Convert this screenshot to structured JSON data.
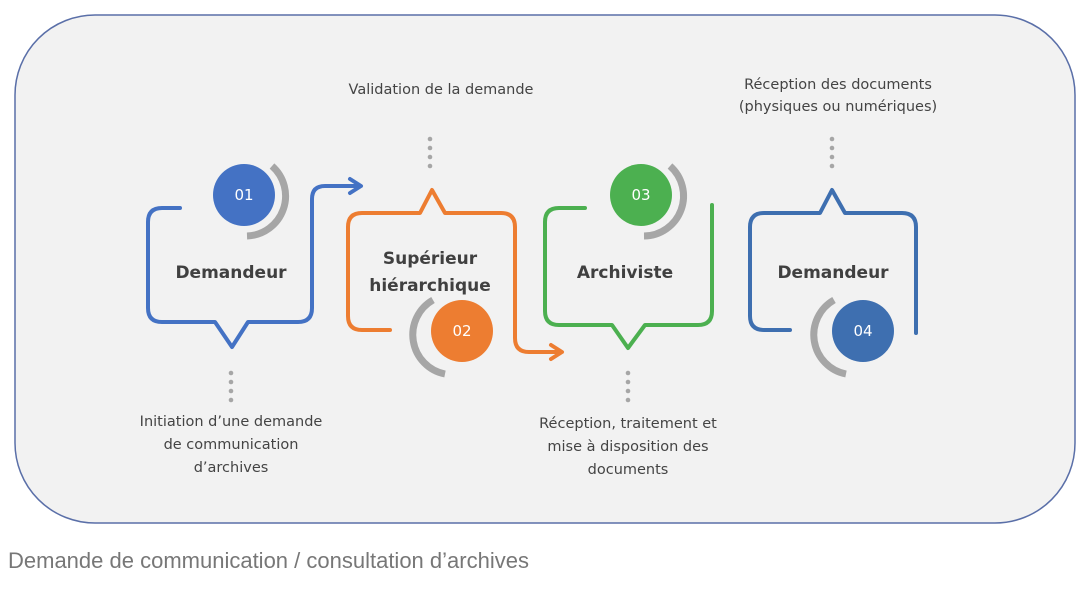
{
  "steps": [
    {
      "number": "01",
      "role": "Demandeur",
      "description": [
        "Initiation d’une demande",
        "de communication",
        "d’archives"
      ],
      "color": "#4472c4"
    },
    {
      "number": "02",
      "role": [
        "Supérieur",
        "hiérarchique"
      ],
      "description": [
        "Validation de la demande"
      ],
      "color": "#ed7d31"
    },
    {
      "number": "03",
      "role": "Archiviste",
      "description": [
        "Réception, traitement et",
        "mise à disposition des",
        "documents"
      ],
      "color": "#4cb050"
    },
    {
      "number": "04",
      "role": "Demandeur",
      "description": [
        "Réception des documents",
        "(physiques ou numériques)"
      ],
      "color": "#3e6fb0"
    }
  ],
  "caption": "Demande de communication / consultation d’archives"
}
